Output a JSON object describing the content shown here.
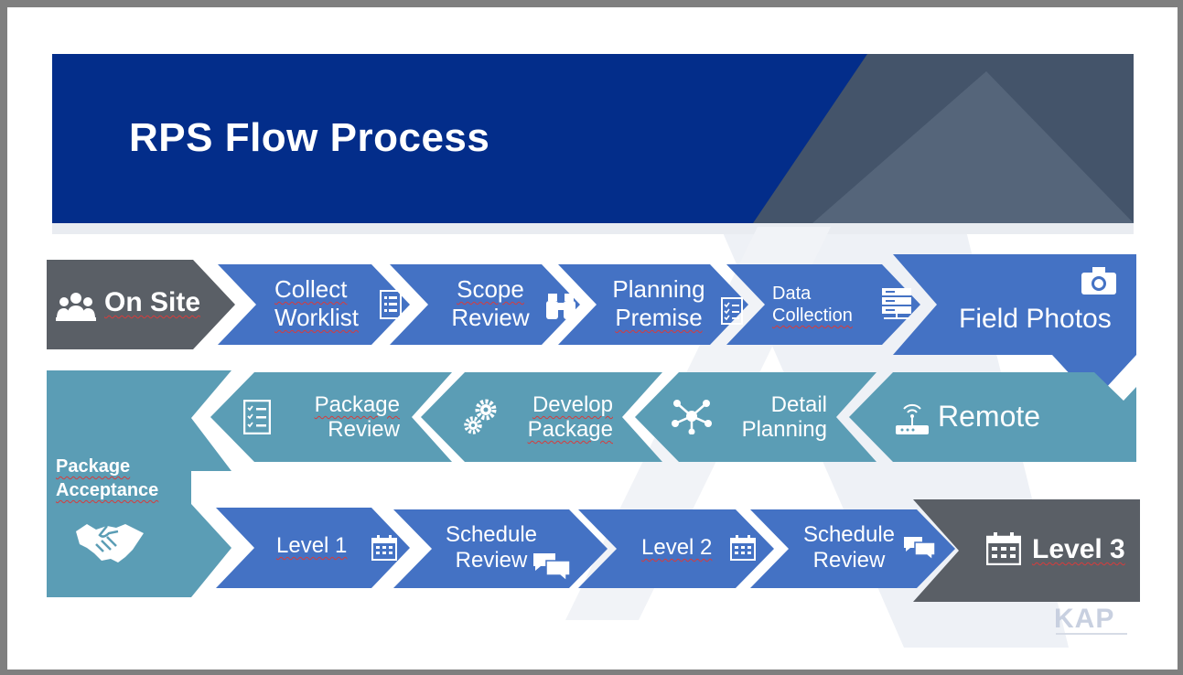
{
  "title": "RPS Flow Process",
  "logo": "KAP",
  "colors": {
    "header_blue": "#032d8a",
    "header_gray": "#44546a",
    "step_blue": "#4472c4",
    "step_teal": "#5b9db5",
    "step_gray": "#5a5f66"
  },
  "steps": {
    "on_site": {
      "line1": "On Site",
      "icon": "people-group-icon"
    },
    "collect_worklist": {
      "line1": "Collect",
      "line2": "Worklist",
      "icon": "list-icon"
    },
    "scope_review": {
      "line1": "Scope",
      "line2": "Review",
      "icon": "binoculars-icon"
    },
    "planning_premise": {
      "line1": "Planning",
      "line2": "Premise",
      "icon": "checklist-icon"
    },
    "data_collection": {
      "line1": "Data",
      "line2": "Collection",
      "icon": "server-icon"
    },
    "field_photos": {
      "line1": "Field Photos",
      "icon": "camera-icon"
    },
    "remote": {
      "line1": "Remote",
      "icon": "wireless-router-icon"
    },
    "detail_planning": {
      "line1": "Detail",
      "line2": "Planning",
      "icon": "network-nodes-icon"
    },
    "develop_package": {
      "line1": "Develop",
      "line2": "Package",
      "icon": "gears-icon"
    },
    "package_review": {
      "line1": "Package",
      "line2": "Review",
      "icon": "checklist-icon"
    },
    "package_acceptance": {
      "line1": "Package",
      "line2": "Acceptance",
      "icon": "handshake-icon"
    },
    "level1": {
      "line1": "Level 1",
      "icon": "calendar-icon"
    },
    "schedule_review_1": {
      "line1": "Schedule",
      "line2": "Review",
      "icon": "chat-bubbles-icon"
    },
    "level2": {
      "line1": "Level 2",
      "icon": "calendar-icon"
    },
    "schedule_review_2": {
      "line1": "Schedule",
      "line2": "Review",
      "icon": "chat-bubbles-icon"
    },
    "level3": {
      "line1": "Level 3",
      "icon": "calendar-icon"
    }
  }
}
